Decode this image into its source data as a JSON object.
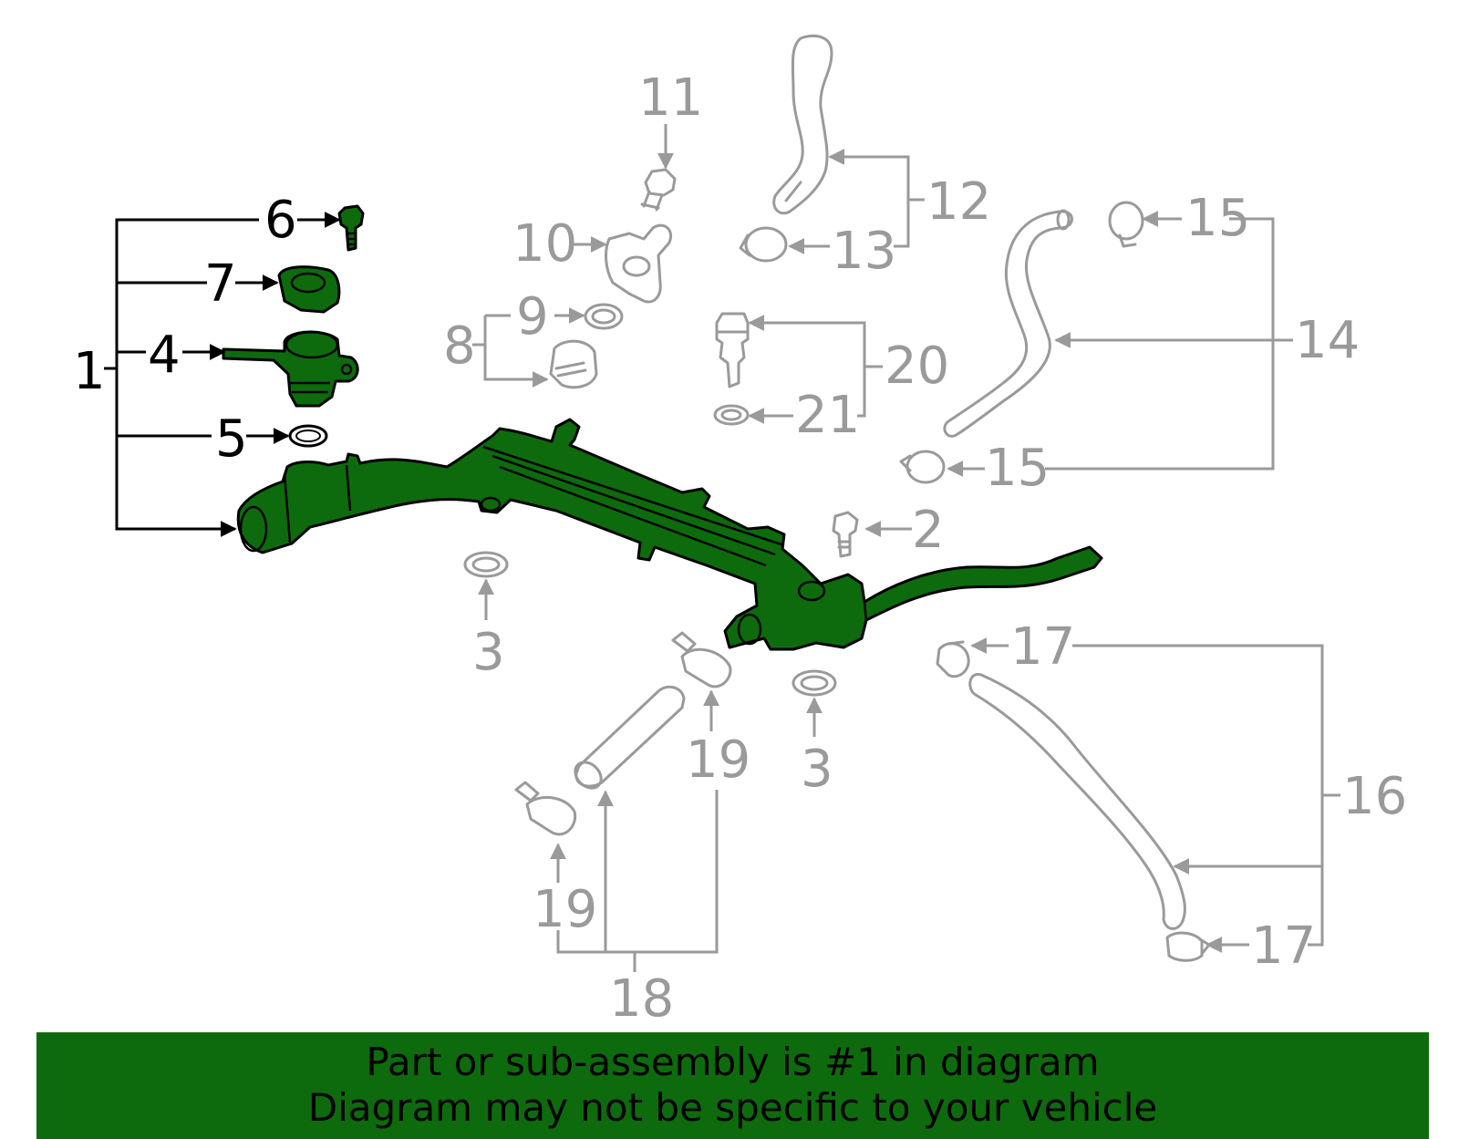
{
  "labels": {
    "l1": "1",
    "l2": "2",
    "l3a": "3",
    "l3b": "3",
    "l4": "4",
    "l5": "5",
    "l6": "6",
    "l7": "7",
    "l8": "8",
    "l9": "9",
    "l10": "10",
    "l11": "11",
    "l12": "12",
    "l13": "13",
    "l14": "14",
    "l15a": "15",
    "l15b": "15",
    "l16": "16",
    "l17a": "17",
    "l17b": "17",
    "l18": "18",
    "l19a": "19",
    "l19b": "19",
    "l20": "20",
    "l21": "21"
  },
  "banner": {
    "line1": "Part or sub-assembly is #1 in diagram",
    "line2": "Diagram may not be specific to your vehicle"
  },
  "colors": {
    "highlight": "#0d6b0d",
    "highlight_outline": "#000000",
    "other_parts": "#9a9a9a",
    "background": "#ffffff"
  }
}
